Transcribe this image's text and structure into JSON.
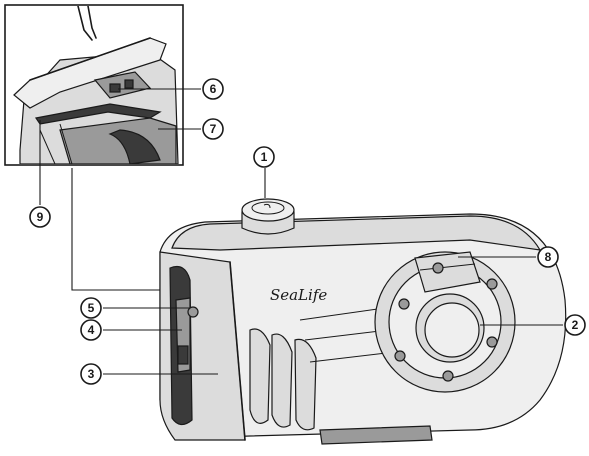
{
  "brand": {
    "logo_text": "SeaLife"
  },
  "callouts": [
    {
      "id": "1",
      "label": "1"
    },
    {
      "id": "2",
      "label": "2"
    },
    {
      "id": "3",
      "label": "3"
    },
    {
      "id": "4",
      "label": "4"
    },
    {
      "id": "5",
      "label": "5"
    },
    {
      "id": "6",
      "label": "6"
    },
    {
      "id": "7",
      "label": "7"
    },
    {
      "id": "8",
      "label": "8"
    },
    {
      "id": "9",
      "label": "9"
    }
  ],
  "colors": {
    "outline": "#1a1a1a",
    "background": "#ffffff",
    "shade_dark": "#3a3a3a",
    "shade_mid": "#9a9a9a",
    "shade_light": "#dcdcdc"
  }
}
